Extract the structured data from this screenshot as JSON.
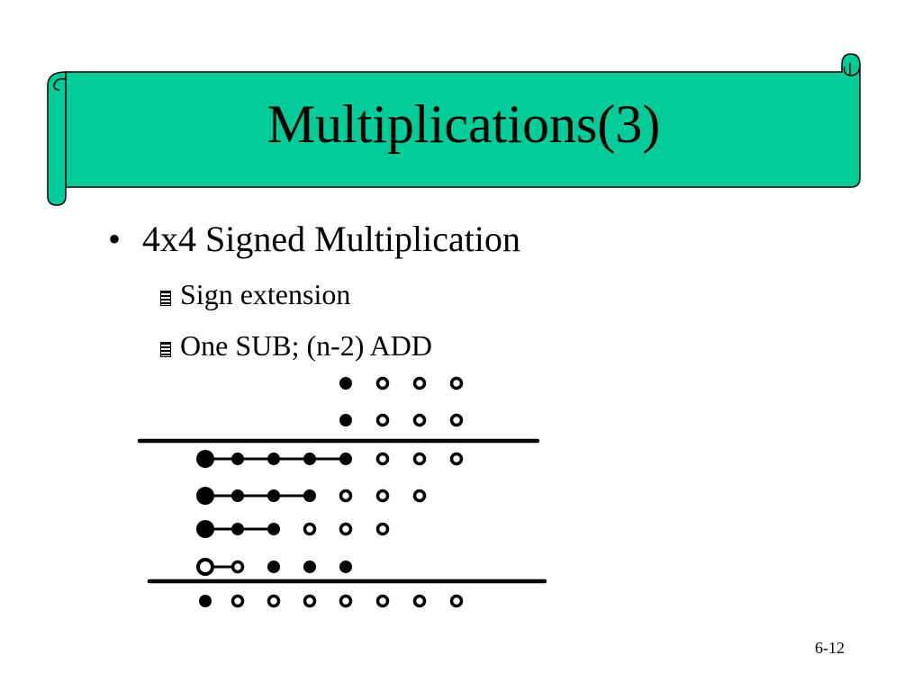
{
  "slide": {
    "title": "Multiplications(3)",
    "bullet": "4x4 Signed Multiplication",
    "bullet_marker": "•",
    "subbullets": [
      "Sign extension",
      "One SUB; (n-2) ADD"
    ],
    "page_number": "6-12"
  },
  "colors": {
    "banner_fill": "#00cc99",
    "ink": "#000000"
  },
  "dot_diagram": {
    "rows": [
      {
        "role": "multiplicand",
        "dots": [
          "filled",
          "hollow",
          "hollow",
          "hollow"
        ]
      },
      {
        "role": "multiplier",
        "dots": [
          "filled",
          "hollow",
          "hollow",
          "hollow"
        ]
      },
      {
        "role": "partial-product-1",
        "dots": [
          "filled-large",
          "filled",
          "filled",
          "filled",
          "filled",
          "hollow",
          "hollow",
          "hollow"
        ],
        "linked": 5
      },
      {
        "role": "partial-product-2",
        "dots": [
          "filled-large",
          "filled",
          "filled",
          "filled",
          "hollow",
          "hollow",
          "hollow"
        ],
        "linked": 4
      },
      {
        "role": "partial-product-3",
        "dots": [
          "filled-large",
          "filled",
          "filled",
          "hollow",
          "hollow",
          "hollow"
        ],
        "linked": 3
      },
      {
        "role": "partial-product-4",
        "dots": [
          "hollow-large",
          "hollow",
          "filled",
          "filled",
          "filled"
        ],
        "linked": 2
      },
      {
        "role": "result",
        "dots": [
          "filled",
          "hollow",
          "hollow",
          "hollow",
          "hollow",
          "hollow",
          "hollow",
          "hollow"
        ]
      }
    ]
  }
}
